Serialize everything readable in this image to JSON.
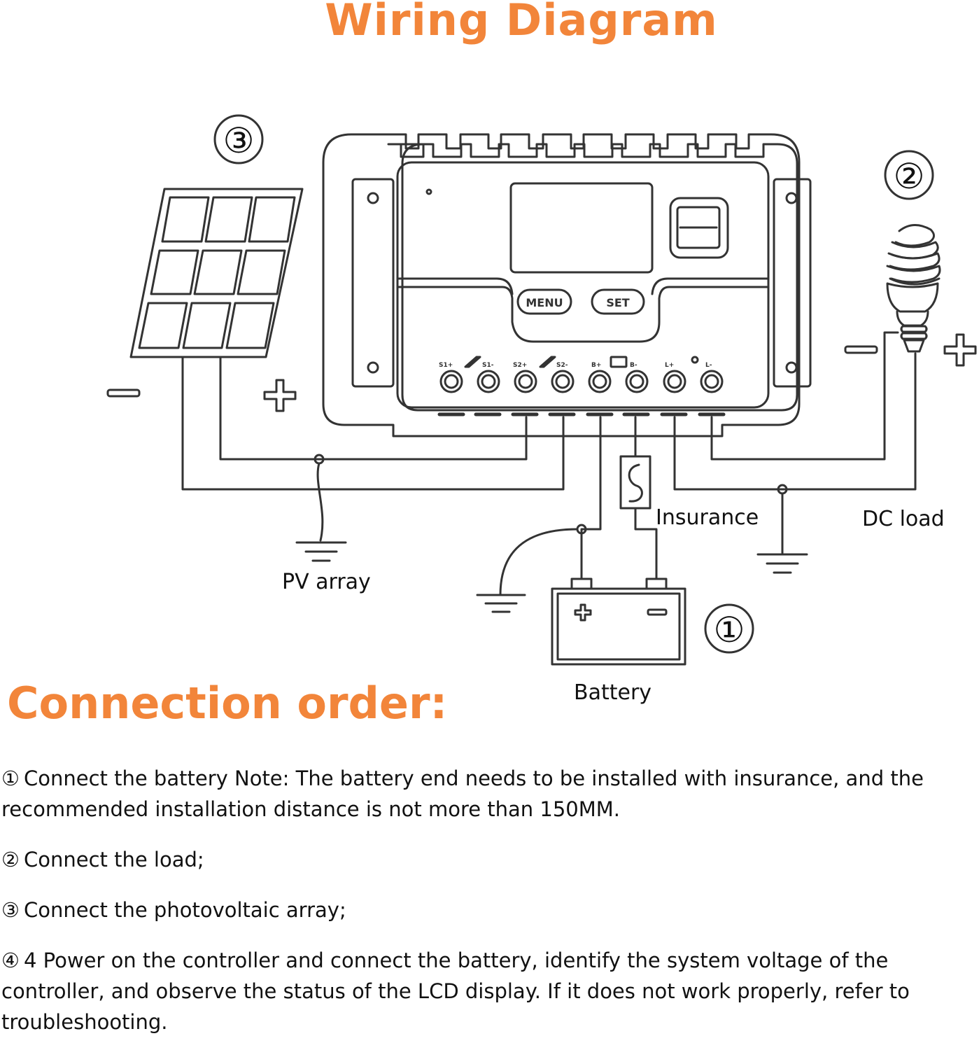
{
  "title": "Wiring Diagram",
  "diagram": {
    "labels": {
      "insurance": "Insurance",
      "dc_load": "DC load",
      "pv_array": "PV array",
      "battery": "Battery"
    },
    "markers": {
      "battery_num": "①",
      "load_num": "②",
      "pv_num": "③"
    },
    "controller": {
      "menu_button": "MENU",
      "set_button": "SET",
      "terminals": [
        "S1+",
        "S1-",
        "S2+",
        "S2-",
        "B+",
        "B-",
        "L+",
        "L-"
      ]
    },
    "polarity": {
      "pv_minus": "−",
      "pv_plus": "+",
      "load_minus": "−",
      "load_plus": "+"
    }
  },
  "connection_order": {
    "heading": "Connection order:",
    "steps": [
      {
        "num": "①",
        "text": "Connect the battery Note: The battery end needs to be installed with insurance, and the recommended installation distance is not more than 150MM."
      },
      {
        "num": "②",
        "text": "Connect the load;"
      },
      {
        "num": "③",
        "text": "Connect the photovoltaic array;"
      },
      {
        "num": "④",
        "text": "4 Power on the controller and connect the battery, identify the system voltage of the controller, and observe the status of the LCD display. If it does not work properly, refer to troubleshooting."
      }
    ]
  },
  "colors": {
    "accent": "#f2853a",
    "line": "#333333"
  }
}
